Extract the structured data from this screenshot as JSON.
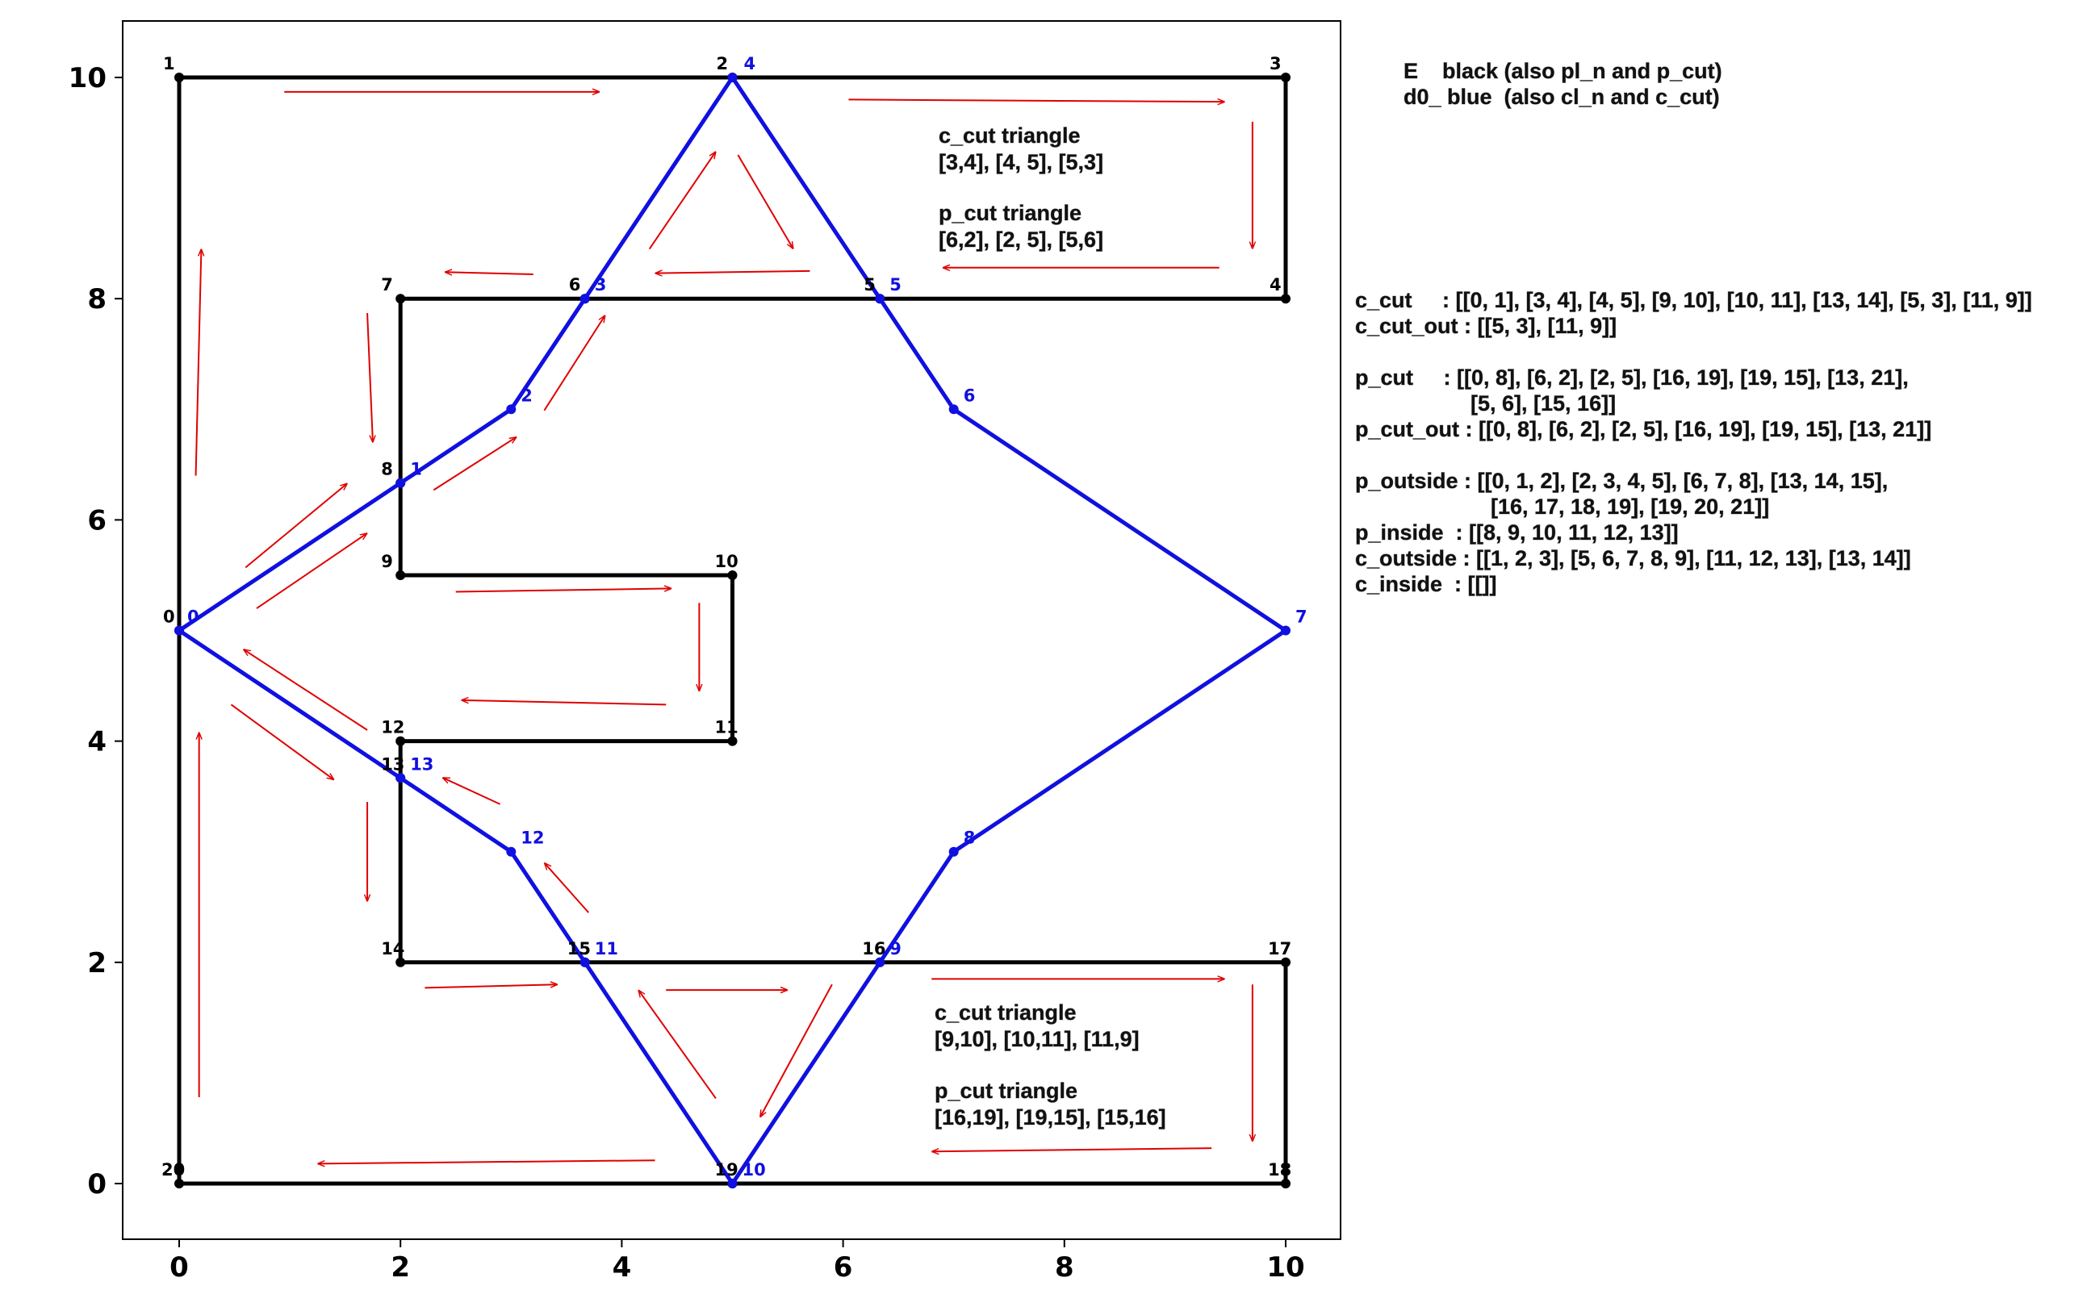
{
  "chart_data": {
    "type": "diagram",
    "xlim": [
      -0.5,
      10.5
    ],
    "ylim": [
      -0.5,
      10.5
    ],
    "x_ticks": [
      "0",
      "2",
      "4",
      "6",
      "8",
      "10"
    ],
    "y_ticks": [
      "0",
      "2",
      "4",
      "6",
      "8",
      "10"
    ],
    "x_tick_values": [
      0,
      2,
      4,
      6,
      8,
      10
    ],
    "y_tick_values": [
      0,
      2,
      4,
      6,
      8,
      10
    ],
    "colors": {
      "black_polygon": "#000000",
      "blue_polygon": "#1010e0",
      "arrows": "#e00000"
    },
    "black_polygon": {
      "points": [
        {
          "label": "0",
          "x": 0,
          "y": 5
        },
        {
          "label": "1",
          "x": 0,
          "y": 10
        },
        {
          "label": "2",
          "x": 5,
          "y": 10
        },
        {
          "label": "3",
          "x": 10,
          "y": 10
        },
        {
          "label": "4",
          "x": 10,
          "y": 8
        },
        {
          "label": "5",
          "x": 6.333,
          "y": 8
        },
        {
          "label": "6",
          "x": 3.667,
          "y": 8
        },
        {
          "label": "7",
          "x": 2,
          "y": 8
        },
        {
          "label": "8",
          "x": 2,
          "y": 6.333
        },
        {
          "label": "9",
          "x": 2,
          "y": 5.5
        },
        {
          "label": "10",
          "x": 5,
          "y": 5.5
        },
        {
          "label": "11",
          "x": 5,
          "y": 4
        },
        {
          "label": "12",
          "x": 2,
          "y": 4
        },
        {
          "label": "13",
          "x": 2,
          "y": 3.667
        },
        {
          "label": "14",
          "x": 2,
          "y": 2
        },
        {
          "label": "15",
          "x": 3.667,
          "y": 2
        },
        {
          "label": "16",
          "x": 6.333,
          "y": 2
        },
        {
          "label": "17",
          "x": 10,
          "y": 2
        },
        {
          "label": "18",
          "x": 10,
          "y": 0
        },
        {
          "label": "19",
          "x": 5,
          "y": 0
        },
        {
          "label": "20",
          "x": 0,
          "y": 0
        }
      ]
    },
    "blue_polygon": {
      "points": [
        {
          "label": "0",
          "x": 0,
          "y": 5
        },
        {
          "label": "1",
          "x": 2,
          "y": 6.333
        },
        {
          "label": "2",
          "x": 3,
          "y": 7
        },
        {
          "label": "3",
          "x": 3.667,
          "y": 8
        },
        {
          "label": "4",
          "x": 5,
          "y": 10
        },
        {
          "label": "5",
          "x": 6.333,
          "y": 8
        },
        {
          "label": "6",
          "x": 7,
          "y": 7
        },
        {
          "label": "7",
          "x": 10,
          "y": 5
        },
        {
          "label": "8",
          "x": 7,
          "y": 3
        },
        {
          "label": "9",
          "x": 6.333,
          "y": 2
        },
        {
          "label": "10",
          "x": 5,
          "y": 0
        },
        {
          "label": "11",
          "x": 3.667,
          "y": 2
        },
        {
          "label": "12",
          "x": 3,
          "y": 3
        },
        {
          "label": "13",
          "x": 2,
          "y": 3.667
        }
      ]
    },
    "arrows": [
      {
        "from": [
          0.95,
          9.87
        ],
        "to": [
          3.8,
          9.87
        ]
      },
      {
        "from": [
          6.05,
          9.8
        ],
        "to": [
          9.45,
          9.78
        ]
      },
      {
        "from": [
          9.7,
          9.6
        ],
        "to": [
          9.7,
          8.45
        ]
      },
      {
        "from": [
          9.4,
          8.28
        ],
        "to": [
          6.9,
          8.28
        ]
      },
      {
        "from": [
          5.7,
          8.25
        ],
        "to": [
          4.3,
          8.23
        ]
      },
      {
        "from": [
          4.25,
          8.45
        ],
        "to": [
          4.85,
          9.33
        ]
      },
      {
        "from": [
          5.05,
          9.3
        ],
        "to": [
          5.55,
          8.45
        ]
      },
      {
        "from": [
          3.2,
          8.22
        ],
        "to": [
          2.4,
          8.24
        ]
      },
      {
        "from": [
          1.7,
          7.87
        ],
        "to": [
          1.75,
          6.7
        ]
      },
      {
        "from": [
          0.15,
          6.4
        ],
        "to": [
          0.2,
          8.45
        ]
      },
      {
        "from": [
          0.6,
          5.57
        ],
        "to": [
          1.52,
          6.33
        ]
      },
      {
        "from": [
          0.7,
          5.2
        ],
        "to": [
          1.7,
          5.88
        ]
      },
      {
        "from": [
          2.3,
          6.27
        ],
        "to": [
          3.05,
          6.75
        ]
      },
      {
        "from": [
          3.3,
          6.99
        ],
        "to": [
          3.85,
          7.85
        ]
      },
      {
        "from": [
          2.5,
          5.35
        ],
        "to": [
          4.45,
          5.38
        ]
      },
      {
        "from": [
          4.7,
          5.25
        ],
        "to": [
          4.7,
          4.45
        ]
      },
      {
        "from": [
          4.4,
          4.33
        ],
        "to": [
          2.55,
          4.37
        ]
      },
      {
        "from": [
          1.7,
          4.1
        ],
        "to": [
          0.58,
          4.83
        ]
      },
      {
        "from": [
          0.47,
          4.33
        ],
        "to": [
          1.4,
          3.65
        ]
      },
      {
        "from": [
          0.18,
          0.78
        ],
        "to": [
          0.18,
          4.08
        ]
      },
      {
        "from": [
          1.7,
          3.45
        ],
        "to": [
          1.7,
          2.55
        ]
      },
      {
        "from": [
          2.9,
          3.43
        ],
        "to": [
          2.38,
          3.67
        ]
      },
      {
        "from": [
          3.7,
          2.45
        ],
        "to": [
          3.3,
          2.9
        ]
      },
      {
        "from": [
          2.22,
          1.77
        ],
        "to": [
          3.42,
          1.8
        ]
      },
      {
        "from": [
          4.4,
          1.75
        ],
        "to": [
          5.5,
          1.75
        ]
      },
      {
        "from": [
          4.85,
          0.77
        ],
        "to": [
          4.15,
          1.75
        ]
      },
      {
        "from": [
          5.9,
          1.8
        ],
        "to": [
          5.25,
          0.6
        ]
      },
      {
        "from": [
          6.8,
          1.85
        ],
        "to": [
          9.45,
          1.85
        ]
      },
      {
        "from": [
          9.7,
          1.8
        ],
        "to": [
          9.7,
          0.38
        ]
      },
      {
        "from": [
          9.33,
          0.32
        ],
        "to": [
          6.8,
          0.29
        ]
      },
      {
        "from": [
          4.3,
          0.21
        ],
        "to": [
          1.25,
          0.18
        ]
      }
    ]
  },
  "annotations": {
    "legend": {
      "line1": "E    black (also pl_n and p_cut)",
      "line2": "d0_ blue  (also cl_n and c_cut)"
    },
    "top_triangles": {
      "c_title": "c_cut triangle",
      "c_values": "[3,4], [4, 5], [5,3]",
      "p_title": "p_cut triangle",
      "p_values": "[6,2], [2, 5], [5,6]"
    },
    "bottom_triangles": {
      "c_title": "c_cut triangle",
      "c_values": "[9,10], [10,11], [11,9]",
      "p_title": "p_cut triangle",
      "p_values": "[16,19], [19,15], [15,16]"
    },
    "sets": {
      "c_cut": "c_cut     : [[0, 1], [3, 4], [4, 5], [9, 10], [10, 11], [13, 14], [5, 3], [11, 9]]",
      "c_cut_out": "c_cut_out : [[5, 3], [11, 9]]",
      "p_cut_1": "p_cut     : [[0, 8], [6, 2], [2, 5], [16, 19], [19, 15], [13, 21],",
      "p_cut_2": "[5, 6], [15, 16]]",
      "p_cut_out": "p_cut_out : [[0, 8], [6, 2], [2, 5], [16, 19], [19, 15], [13, 21]]",
      "p_outside_1": "p_outside : [[0, 1, 2], [2, 3, 4, 5], [6, 7, 8], [13, 14, 15],",
      "p_outside_2": "[16, 17, 18, 19], [19, 20, 21]]",
      "p_inside": "p_inside  : [[8, 9, 10, 11, 12, 13]]",
      "c_outside": "c_outside : [[1, 2, 3], [5, 6, 7, 8, 9], [11, 12, 13], [13, 14]]",
      "c_inside": "c_inside  : [[]]"
    }
  }
}
